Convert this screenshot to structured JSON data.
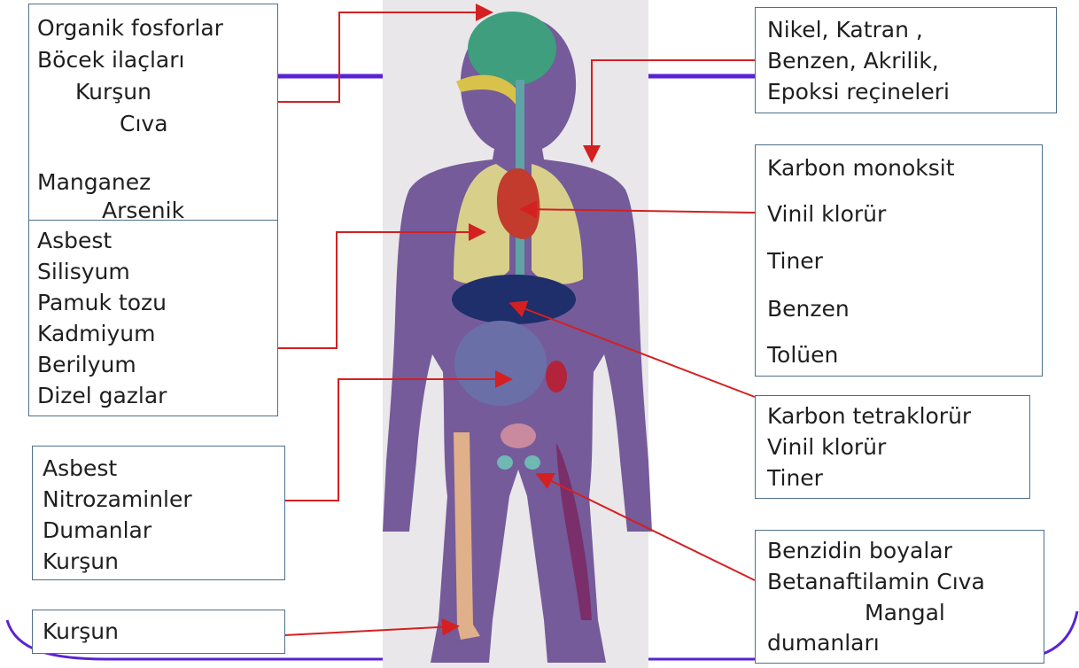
{
  "colors": {
    "background_panel": "#e9e7ea",
    "body_silhouette": "#6a4f93",
    "band_purple": "#5a22d6",
    "arrow_red": "#d42020",
    "box_border": "#4f6f8a"
  },
  "boxes": {
    "brain_toxins": {
      "lines": [
        "Organik fosforlar",
        "Böcek ilaçları",
        "Kurşun",
        "Cıva",
        "",
        "Manganez",
        "Arsenik"
      ]
    },
    "lung_toxins": {
      "lines": [
        "Asbest",
        "Silisyum",
        "Pamuk tozu",
        "Kadmiyum",
        "Berilyum",
        "Dizel gazlar"
      ]
    },
    "gut_toxins": {
      "lines": [
        "Asbest",
        "Nitrozaminler",
        "Dumanlar",
        "Kurşun"
      ]
    },
    "bone_toxins": {
      "lines": [
        "Kurşun"
      ]
    },
    "skin_toxins": {
      "lines": [
        "Nikel, Katran ,",
        "Benzen, Akrilik,",
        "Epoksi reçineleri"
      ]
    },
    "heart_toxins": {
      "lines": [
        "Karbon monoksit",
        "Vinil klorür",
        "Tiner",
        "Benzen",
        "Tolüen"
      ]
    },
    "liver_toxins": {
      "lines": [
        "Karbon tetraklorür",
        "Vinil klorür",
        "Tiner"
      ]
    },
    "bladder_toxins": {
      "lines": [
        "Benzidin boyalar",
        "Betanaftilamin Cıva",
        "Mangal",
        "dumanları"
      ]
    }
  }
}
